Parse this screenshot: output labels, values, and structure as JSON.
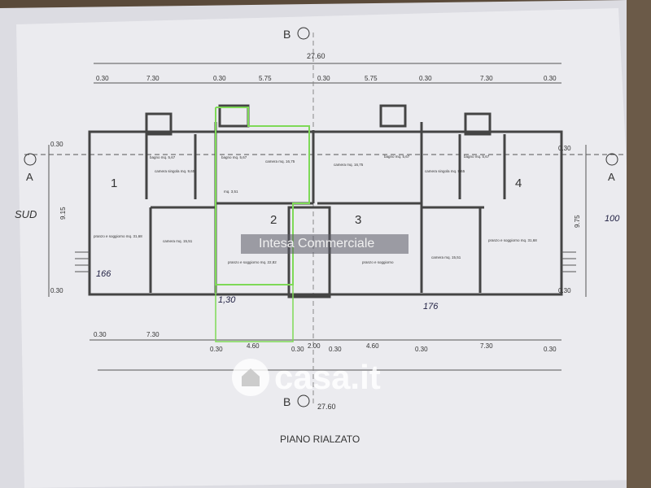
{
  "plan": {
    "title": "PIANO RIALZATO",
    "section_label": "B",
    "axis_label": "A",
    "orientation_note": "SUD",
    "total_width": "27.60",
    "top_dims": [
      "0.30",
      "7.30",
      "0.30",
      "5.75",
      "0.30",
      "5.75",
      "0.30",
      "7.30",
      "0.30"
    ],
    "bottom_dims": [
      "0.30",
      "7.30",
      "0.30",
      "4.60",
      "0.30",
      "2.00",
      "0.30",
      "4.60",
      "0.30",
      "7.30",
      "0.30"
    ],
    "side_dims_left": [
      "0.30",
      "9.15",
      "0.30"
    ],
    "side_dims_right": [
      "0.30",
      "9.75",
      "0.30"
    ],
    "units": [
      {
        "number": "1",
        "rooms": [
          "bagno mq. 5,67",
          "camera singola mq. 9,65",
          "pranzo e soggiorno mq. 31,68",
          "camera mq. 15,51"
        ]
      },
      {
        "number": "2",
        "rooms": [
          "bagno mq. 5,67",
          "camera mq. 16,75",
          "mq. 3,51",
          "pranzo e soggiorno mq. 22,82"
        ]
      },
      {
        "number": "3",
        "rooms": [
          "camera mq. 16,75",
          "bagno mq. 5,67",
          "pranzo e soggiorno"
        ]
      },
      {
        "number": "4",
        "rooms": [
          "camera singola mq. 9,65",
          "bagno mq. 5,67",
          "pranzo e soggiorno mq. 31,68",
          "camera mq. 15,51"
        ]
      }
    ],
    "handwritten": [
      "166",
      "100",
      "176",
      "1,30"
    ]
  },
  "watermarks": {
    "agency": "Intesa Commerciale",
    "site": "casa.it"
  },
  "colors": {
    "paper": "#e8e8ec",
    "ink": "#444444",
    "highlight": "#7ed957"
  }
}
